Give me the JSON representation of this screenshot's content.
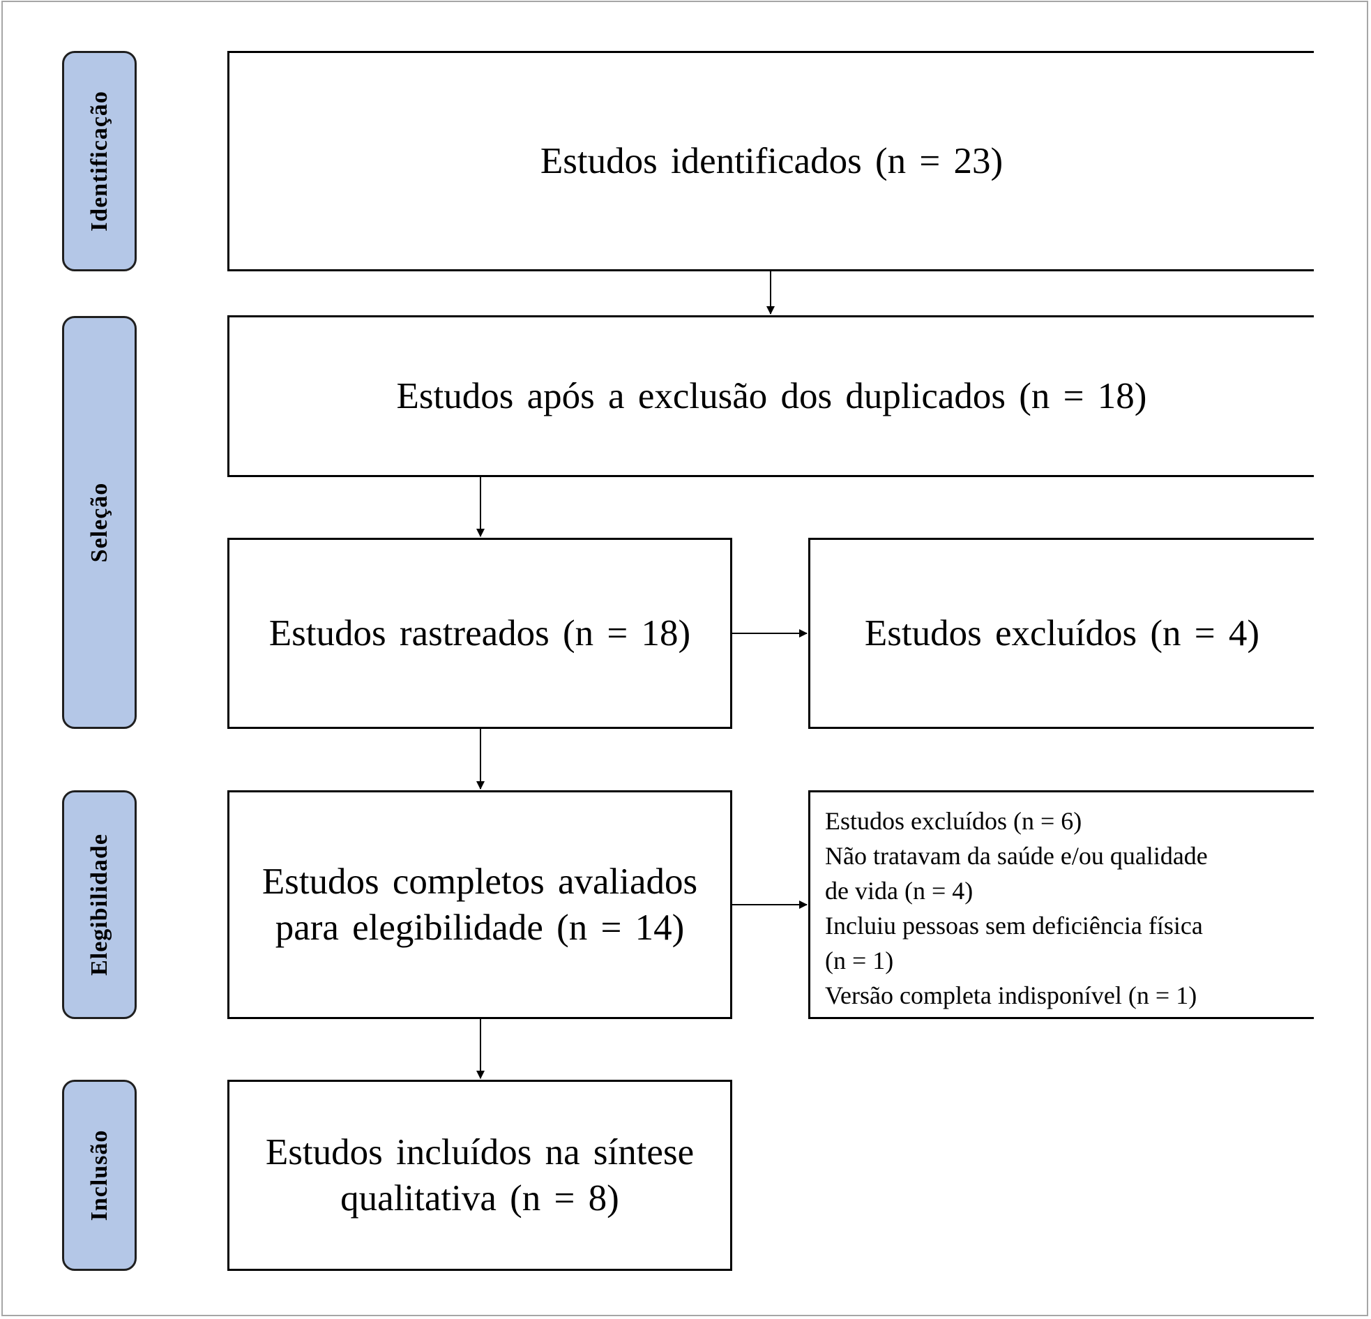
{
  "phases": {
    "identificacao": "Identificação",
    "selecao": "Seleção",
    "elegibilidade": "Elegibilidade",
    "inclusao": "Inclusão"
  },
  "boxes": {
    "identified": "Estudos identificados (n = 23)",
    "after_duplicates": "Estudos após a exclusão dos duplicados (n = 18)",
    "screened": "Estudos rastreados (n = 18)",
    "excluded_screening": "Estudos excluídos (n = 4)",
    "full_text_line1": "Estudos completos avaliados",
    "full_text_line2": "para elegibilidade (n = 14)",
    "included_line1": "Estudos incluídos na síntese",
    "included_line2": "qualitativa (n = 8)"
  },
  "excluded_full_text": {
    "lines": [
      "Estudos excluídos (n = 6)",
      "Não tratavam da saúde e/ou qualidade",
      "de vida (n = 4)",
      "Incluiu pessoas sem deficiência física",
      "(n = 1)",
      "Versão completa indisponível (n = 1)"
    ]
  }
}
